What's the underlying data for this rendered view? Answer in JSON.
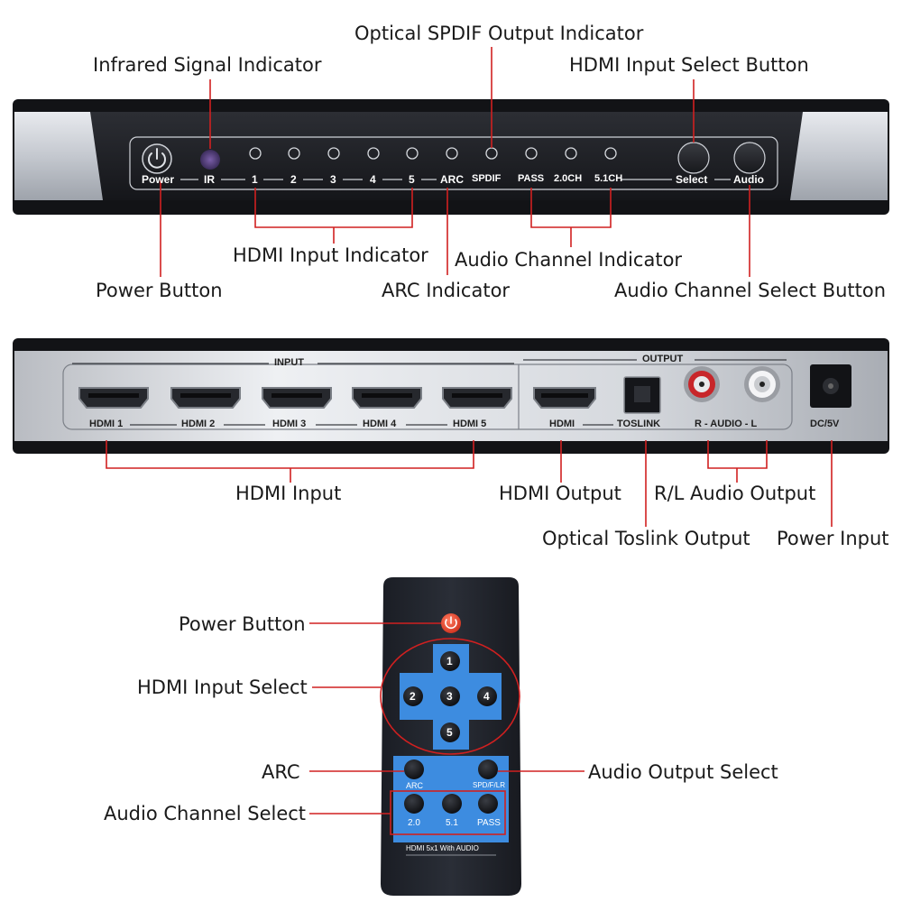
{
  "callouts": {
    "optical_spdif_indicator": "Optical SPDIF Output Indicator",
    "infrared_indicator": "Infrared Signal Indicator",
    "hdmi_input_select_button": "HDMI Input Select Button",
    "hdmi_input_indicator": "HDMI Input Indicator",
    "audio_channel_indicator": "Audio Channel Indicator",
    "power_button": "Power Button",
    "arc_indicator": "ARC Indicator",
    "audio_channel_select_button": "Audio Channel Select Button",
    "hdmi_input": "HDMI Input",
    "hdmi_output": "HDMI Output",
    "rl_audio_output": "R/L Audio Output",
    "optical_toslink_output": "Optical Toslink Output",
    "power_input": "Power Input",
    "remote_power_button": "Power Button",
    "remote_hdmi_input_select": "HDMI Input Select",
    "remote_arc": "ARC",
    "remote_audio_output_select": "Audio Output Select",
    "remote_audio_channel_select": "Audio Channel Select"
  },
  "front_panel": {
    "power": "Power",
    "ir": "IR",
    "inputs": [
      "1",
      "2",
      "3",
      "4",
      "5"
    ],
    "arc": "ARC",
    "spdif": "SPDIF",
    "pass": "PASS",
    "ch20": "2.0CH",
    "ch51": "5.1CH",
    "select": "Select",
    "audio": "Audio"
  },
  "back_panel": {
    "input_header": "INPUT",
    "output_header": "OUTPUT",
    "hdmi_inputs": [
      "HDMI 1",
      "HDMI 2",
      "HDMI 3",
      "HDMI 4",
      "HDMI 5"
    ],
    "hdmi_out": "HDMI",
    "toslink": "TOSLINK",
    "audio_rl": "R - AUDIO - L",
    "dc": "DC/5V"
  },
  "remote": {
    "keys": [
      "1",
      "2",
      "3",
      "4",
      "5"
    ],
    "arc": "ARC",
    "spdif": "SPD/F/LR",
    "ch20": "2.0",
    "ch51": "5.1",
    "pass": "PASS",
    "model": "HDMI 5x1 With AUDIO"
  },
  "colors": {
    "accent_line": "#d02020",
    "panel_dark": "#1f1f23",
    "panel_silver": "#c9ccd2",
    "remote_body": "#22262e",
    "remote_blue": "#3d8ce0",
    "power_red": "#e8422e"
  }
}
